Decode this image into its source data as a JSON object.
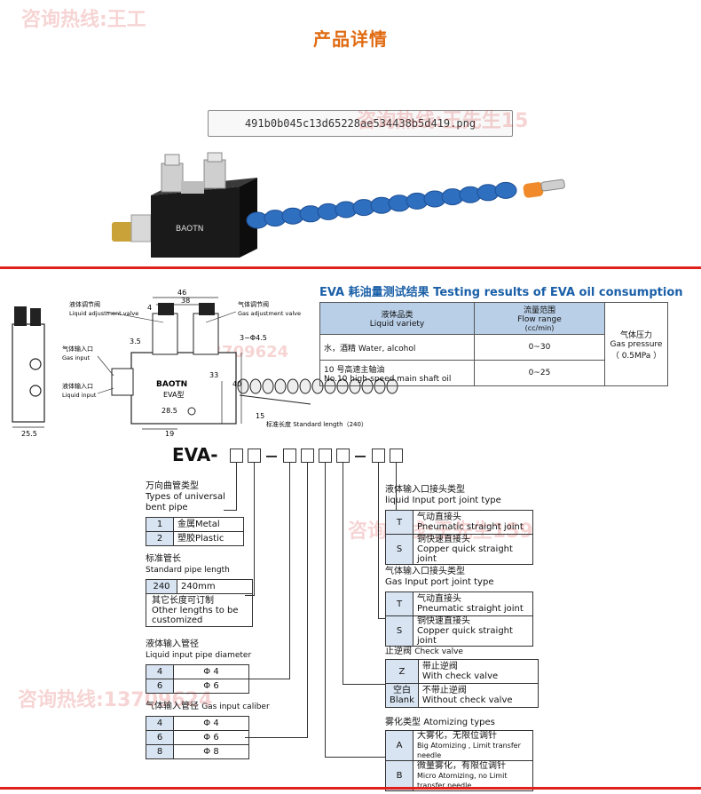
{
  "header": {
    "title": "产品详情"
  },
  "image_filename": "491b0b045c13d65228ae534438b5d419.png",
  "watermarks": [
    "咨询热线:王工",
    "咨询热线:王先生15",
    "13709624",
    "咨询热线:王先生159",
    "咨询热线:13709624"
  ],
  "product_photo": {
    "brand": "BAOTN"
  },
  "drawing": {
    "labels": {
      "liquid_adj_cn": "液体调节阀",
      "liquid_adj_en": "Liquid adjustment valve",
      "gas_adj_cn": "气体调节阀",
      "gas_adj_en": "Gas adjustment valve",
      "gas_input_cn": "气体输入口",
      "gas_input_en": "Gas input",
      "liquid_input_cn": "液体输入口",
      "liquid_input_en": "Liquid input",
      "std_length": "标准长度 Standard length（240）",
      "brand": "BAOTN",
      "model": "EVA型"
    },
    "dims": {
      "d46": "46",
      "d38": "38",
      "d4": "4",
      "d3_5": "3.5",
      "holes": "3−Φ4.5",
      "d33": "33",
      "d28_5": "28.5",
      "d40": "40",
      "d15": "15",
      "d19": "19",
      "d25_5": "25.5"
    }
  },
  "results": {
    "title": "EVA 耗油量测试结果 Testing results of EVA oil consumption",
    "col_liquid_cn": "液体品类",
    "col_liquid_en": "Liquid variety",
    "col_flow_cn": "流量范围",
    "col_flow_en": "Flow range",
    "col_flow_unit": "(cc/min)",
    "col_gas_cn": "气体压力",
    "col_gas_en": "Gas pressure",
    "col_gas_val": "（ 0.5MPa ）",
    "rows": [
      {
        "liquid": "水，酒精 Water, alcohol",
        "flow": "0~30"
      },
      {
        "liquid_cn": "10 号高速主轴油",
        "liquid_en": "No.10 high-speed main shaft oil",
        "flow": "0~25"
      }
    ]
  },
  "model_code": {
    "prefix": "EVA-"
  },
  "groups": {
    "bent_pipe": {
      "cn": "万向曲管类型",
      "en1": "Types of universal",
      "en2": "bent pipe",
      "options": [
        {
          "k": "1",
          "v": "金属Metal"
        },
        {
          "k": "2",
          "v": "塑胶Plastic"
        }
      ]
    },
    "pipe_len": {
      "cn": "标准管长",
      "en": "Standard pipe length",
      "options": [
        {
          "k": "240",
          "v": "240mm"
        }
      ],
      "note_cn": "其它长度可订制",
      "note_en1": "Other lengths to be",
      "note_en2": "customized"
    },
    "liq_dia": {
      "cn": "液体输入管径",
      "en": "Liquid input pipe diameter",
      "options": [
        {
          "k": "4",
          "v": "Φ 4"
        },
        {
          "k": "6",
          "v": "Φ 6"
        }
      ]
    },
    "gas_dia": {
      "cn": "气体输入管径",
      "en": "Gas input caliber",
      "options": [
        {
          "k": "4",
          "v": "Φ 4"
        },
        {
          "k": "6",
          "v": "Φ 6"
        },
        {
          "k": "8",
          "v": "Φ 8"
        }
      ]
    },
    "liq_joint": {
      "cn": "液体输入口接头类型",
      "en": "liquid Input port joint type",
      "options": [
        {
          "k": "T",
          "v_cn": "气动直接头",
          "v_en": "Pneumatic straight joint"
        },
        {
          "k": "S",
          "v_cn": "铜快速直接头",
          "v_en": "Copper quick straight joint"
        }
      ]
    },
    "gas_joint": {
      "cn": "气体输入口接头类型",
      "en": "Gas Input port joint type",
      "options": [
        {
          "k": "T",
          "v_cn": "气动直接头",
          "v_en": "Pneumatic straight joint"
        },
        {
          "k": "S",
          "v_cn": "铜快速直接头",
          "v_en": "Copper quick straight joint"
        }
      ]
    },
    "check": {
      "cn": "止逆阀",
      "en": "Check valve",
      "options": [
        {
          "k": "Z",
          "v_cn": "带止逆阀",
          "v_en": "With check valve"
        },
        {
          "k1": "空白",
          "k2": "Blank",
          "v_cn": "不带止逆阀",
          "v_en": "Without check valve"
        }
      ]
    },
    "atom": {
      "cn": "雾化类型",
      "en": "Atomizing types",
      "options": [
        {
          "k": "A",
          "v_cn": "大雾化，无限位调针",
          "v_en": "Big Atomizing , Limit transfer needle"
        },
        {
          "k": "B",
          "v_cn": "微量雾化，有限位调针",
          "v_en": "Micro Atomizing, no Limit transfer needle"
        }
      ]
    }
  },
  "colors": {
    "header": "#e06a10",
    "accent_red": "#e0201a",
    "title_blue": "#1a5fa8",
    "table_head": "#b9cfe7",
    "hose_blue": "#2f6fc0",
    "hose_orange": "#f08a2a"
  }
}
